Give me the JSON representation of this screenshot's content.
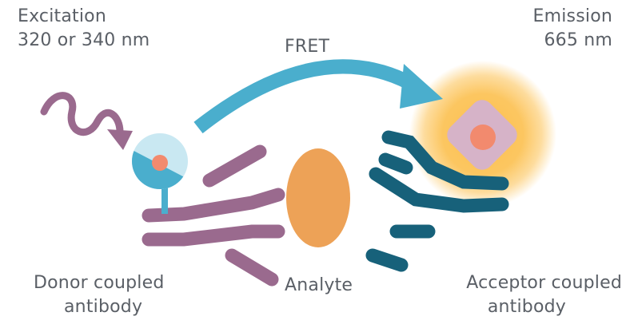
{
  "labels": {
    "excitation_line1": "Excitation",
    "excitation_line2": "320 or 340 nm",
    "emission_line1": "Emission",
    "emission_line2": "665 nm",
    "fret": "FRET",
    "donor_line1": "Donor coupled",
    "donor_line2": "antibody",
    "analyte": "Analyte",
    "acceptor_line1": "Acceptor coupled",
    "acceptor_line2": "antibody"
  },
  "colors": {
    "text": "#5a5f66",
    "donor_antibody": "#9a6a8e",
    "excitation_wave": "#9a6a8e",
    "fret_arrow": "#4aaecd",
    "donor_fluorophore": "#4aaecd",
    "donor_fluorophore_light": "#c9e8f2",
    "analyte": "#eda257",
    "acceptor_antibody": "#17617a",
    "acceptor_glow": "#fcc04f",
    "acceptor_fluorophore": "#d6b3c8",
    "fluorophore_core": "#f28a6e"
  },
  "icons": {
    "excitation": "wavy-arrow-icon",
    "fret": "curved-arrow-icon"
  }
}
